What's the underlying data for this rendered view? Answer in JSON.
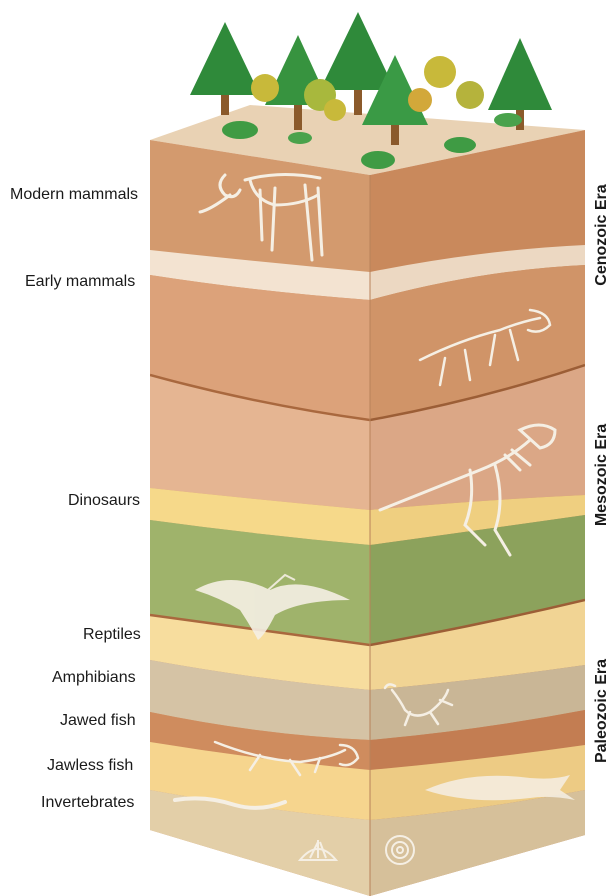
{
  "layers": [
    {
      "label": "Modern mammals",
      "era": "Cenozoic"
    },
    {
      "label": "Early mammals",
      "era": "Cenozoic"
    },
    {
      "label": "Dinosaurs",
      "era": "Mesozoic"
    },
    {
      "label": "Reptiles",
      "era": "Paleozoic"
    },
    {
      "label": "Amphibians",
      "era": "Paleozoic"
    },
    {
      "label": "Jawed fish",
      "era": "Paleozoic"
    },
    {
      "label": "Jawless fish",
      "era": "Paleozoic"
    },
    {
      "label": "Invertebrates",
      "era": "Paleozoic"
    }
  ],
  "eras": {
    "cenozoic": "Cenozoic Era",
    "mesozoic": "Mesozoic Era",
    "paleozoic": "Paleozoic Era"
  },
  "colors": {
    "cenozoic_top": "#d39a6e",
    "cenozoic_band": "#e0ae84",
    "mesozoic": "#e5b592",
    "yellow_band": "#f6d98a",
    "green_band": "#9fb36b",
    "paleozoic_light": "#f7dd9e",
    "gray_band": "#d5c3a5",
    "brown_band": "#cf8c5e",
    "tree_green": "#2f8a3a",
    "trunk": "#8b5a2b",
    "bone": "#f5efe4"
  }
}
